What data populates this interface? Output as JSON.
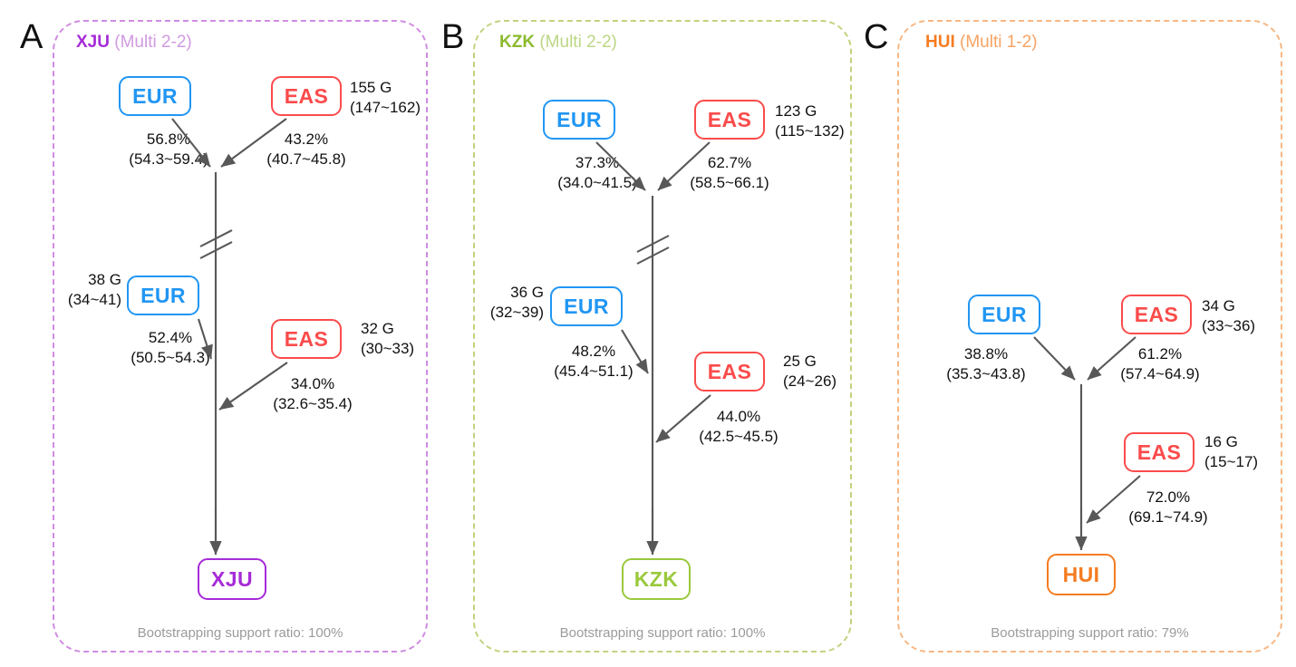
{
  "figure": {
    "colors": {
      "eur": "#2196f3",
      "eas": "#fb4b4b",
      "xju": "#a62bd8",
      "kzk": "#9ac93c",
      "hui": "#f57c20",
      "arrow": "#585858",
      "footer_text": "#9b9b9b"
    },
    "footer_prefix": "Bootstrapping support ratio: "
  },
  "panels": [
    {
      "letter": "A",
      "target_code": "XJU",
      "title_code": "XJU",
      "title_sub": " (Multi 2-2)",
      "model": "Multi 2-2",
      "accent": "#a62bd8",
      "footer": "Bootstrapping support ratio: 100%",
      "bootstrap_support": "100%",
      "nodes": [
        {
          "id": "eur1",
          "label": "EUR",
          "ancestry": "EUR"
        },
        {
          "id": "eas1",
          "label": "EAS",
          "ancestry": "EAS"
        },
        {
          "id": "eur2",
          "label": "EUR",
          "ancestry": "EUR"
        },
        {
          "id": "eas2",
          "label": "EAS",
          "ancestry": "EAS"
        },
        {
          "id": "target",
          "label": "XJU",
          "ancestry": "XJU"
        }
      ],
      "generations": [
        {
          "for": "eas1",
          "value": "155 G",
          "ci": "(147~162)"
        },
        {
          "for": "eur2",
          "value": "38 G",
          "ci": "(34~41)"
        },
        {
          "for": "eas2",
          "value": "32 G",
          "ci": "(30~33)"
        }
      ],
      "proportions": [
        {
          "from": "eur1",
          "value": "56.8%",
          "ci": "(54.3~59.4)"
        },
        {
          "from": "eas1",
          "value": "43.2%",
          "ci": "(40.7~45.8)"
        },
        {
          "from": "eur2",
          "value": "52.4%",
          "ci": "(50.5~54.3)"
        },
        {
          "from": "eas2",
          "value": "34.0%",
          "ci": "(32.6~35.4)"
        }
      ]
    },
    {
      "letter": "B",
      "target_code": "KZK",
      "title_code": "KZK",
      "title_sub": " (Multi 2-2)",
      "model": "Multi 2-2",
      "accent": "#9ac93c",
      "footer": "Bootstrapping support ratio: 100%",
      "bootstrap_support": "100%",
      "nodes": [
        {
          "id": "eur1",
          "label": "EUR",
          "ancestry": "EUR"
        },
        {
          "id": "eas1",
          "label": "EAS",
          "ancestry": "EAS"
        },
        {
          "id": "eur2",
          "label": "EUR",
          "ancestry": "EUR"
        },
        {
          "id": "eas2",
          "label": "EAS",
          "ancestry": "EAS"
        },
        {
          "id": "target",
          "label": "KZK",
          "ancestry": "KZK"
        }
      ],
      "generations": [
        {
          "for": "eas1",
          "value": "123 G",
          "ci": "(115~132)"
        },
        {
          "for": "eur2",
          "value": "36 G",
          "ci": "(32~39)"
        },
        {
          "for": "eas2",
          "value": "25 G",
          "ci": "(24~26)"
        }
      ],
      "proportions": [
        {
          "from": "eur1",
          "value": "37.3%",
          "ci": "(34.0~41.5)"
        },
        {
          "from": "eas1",
          "value": "62.7%",
          "ci": "(58.5~66.1)"
        },
        {
          "from": "eur2",
          "value": "48.2%",
          "ci": "(45.4~51.1)"
        },
        {
          "from": "eas2",
          "value": "44.0%",
          "ci": "(42.5~45.5)"
        }
      ]
    },
    {
      "letter": "C",
      "target_code": "HUI",
      "title_code": "HUI",
      "title_sub": " (Multi 1-2)",
      "model": "Multi 1-2",
      "accent": "#f57c20",
      "footer": "Bootstrapping support ratio: 79%",
      "bootstrap_support": "79%",
      "nodes": [
        {
          "id": "eur1",
          "label": "EUR",
          "ancestry": "EUR"
        },
        {
          "id": "eas1",
          "label": "EAS",
          "ancestry": "EAS"
        },
        {
          "id": "eas2",
          "label": "EAS",
          "ancestry": "EAS"
        },
        {
          "id": "target",
          "label": "HUI",
          "ancestry": "HUI"
        }
      ],
      "generations": [
        {
          "for": "eas1",
          "value": "34 G",
          "ci": "(33~36)"
        },
        {
          "for": "eas2",
          "value": "16 G",
          "ci": "(15~17)"
        }
      ],
      "proportions": [
        {
          "from": "eur1",
          "value": "38.8%",
          "ci": "(35.3~43.8)"
        },
        {
          "from": "eas1",
          "value": "61.2%",
          "ci": "(57.4~64.9)"
        },
        {
          "from": "eas2",
          "value": "72.0%",
          "ci": "(69.1~74.9)"
        }
      ]
    }
  ]
}
